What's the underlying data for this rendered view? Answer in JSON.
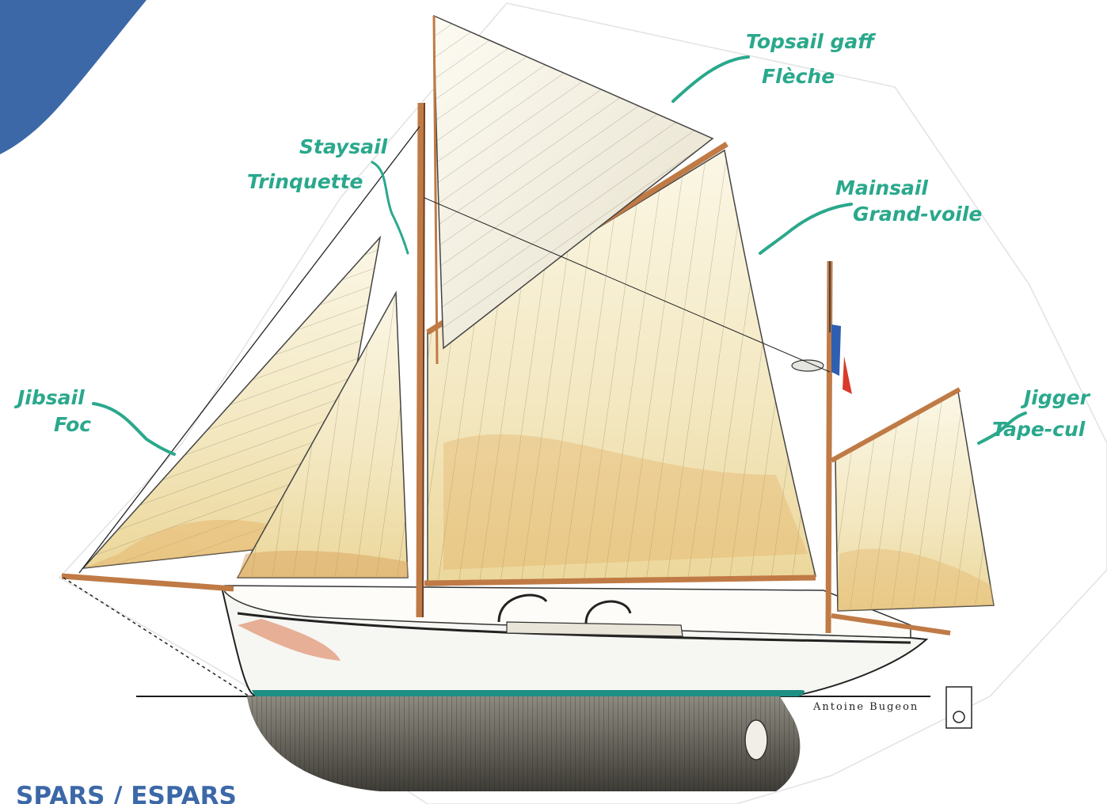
{
  "labels": {
    "topsail": {
      "en": "Topsail gaff",
      "fr": "Flèche"
    },
    "staysail": {
      "en": "Staysail",
      "fr": "Trinquette"
    },
    "mainsail": {
      "en": "Mainsail",
      "fr": "Grand-voile"
    },
    "jibsail": {
      "en": "Jibsail",
      "fr": "Foc"
    },
    "jigger": {
      "en": "Jigger",
      "fr": "Tape-cul"
    }
  },
  "signature": "Antoine Bugeon",
  "section_heading": "SPARS / ESPARS",
  "colors": {
    "label": "#2aa88c",
    "corner_wave": "#3c68a8",
    "heading": "#3c68a8",
    "sail": "#f3e9c2",
    "spar": "#c07a45",
    "hull_stripe": "#1d8f84",
    "flag_blue": "#2f5fb0",
    "flag_red": "#d93a2a"
  }
}
